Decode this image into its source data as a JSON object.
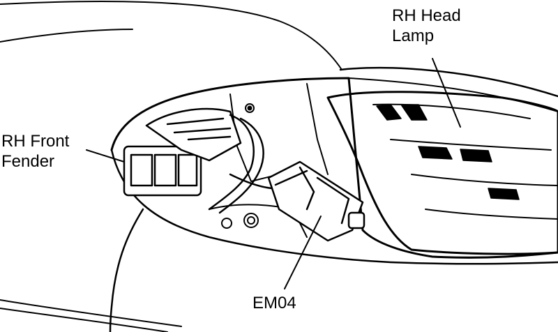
{
  "labels": {
    "head_lamp": [
      "RH Head",
      "Lamp"
    ],
    "front_fender": [
      "RH Front",
      "Fender"
    ],
    "connector": "EM04"
  },
  "colors": {
    "ink": "#000000",
    "paper": "#ffffff"
  }
}
